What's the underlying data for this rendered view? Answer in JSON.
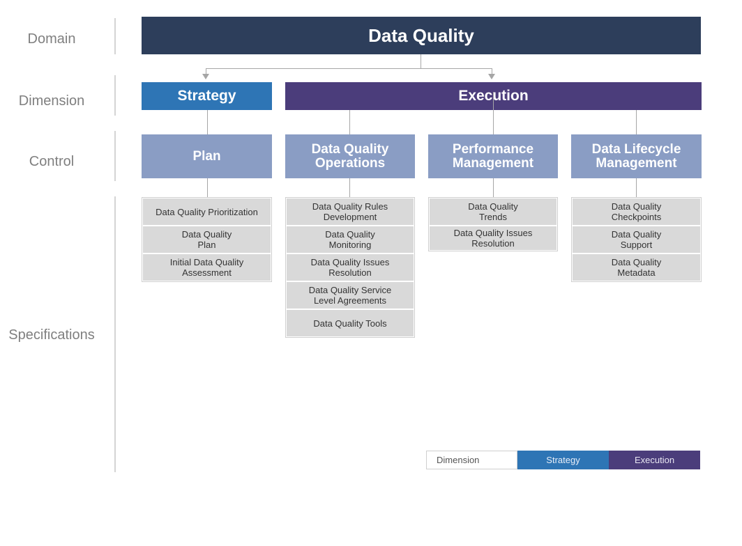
{
  "row_labels": {
    "domain": "Domain",
    "dimension": "Dimension",
    "control": "Control",
    "specifications": "Specifications"
  },
  "domain": {
    "label": "Data Quality"
  },
  "dimensions": {
    "strategy": "Strategy",
    "execution": "Execution"
  },
  "controls": [
    {
      "label": "Plan",
      "dimension": "Strategy"
    },
    {
      "label": "Data Quality Operations",
      "dimension": "Execution"
    },
    {
      "label": "Performance Management",
      "dimension": "Execution"
    },
    {
      "label": "Data Lifecycle Management",
      "dimension": "Execution"
    }
  ],
  "specifications": {
    "plan": [
      "Data Quality Prioritization",
      "Data Quality Plan",
      "Initial Data Quality Assessment"
    ],
    "operations": [
      "Data Quality Rules Development",
      "Data Quality Monitoring",
      "Data Quality Issues Resolution",
      "Data Quality Service Level Agreements",
      "Data Quality Tools"
    ],
    "performance": [
      "Data Quality Trends",
      "Data Quality Issues Resolution"
    ],
    "lifecycle": [
      "Data Quality Checkpoints",
      "Data Quality Support",
      "Data Quality Metadata"
    ]
  },
  "legend": {
    "dimension": "Dimension",
    "strategy": "Strategy",
    "execution": "Execution"
  },
  "colors": {
    "domain": "#2d3e5b",
    "strategy": "#2e75b5",
    "execution": "#4b3d7b",
    "control": "#8a9dc4",
    "specification": "#d9d9d9"
  }
}
